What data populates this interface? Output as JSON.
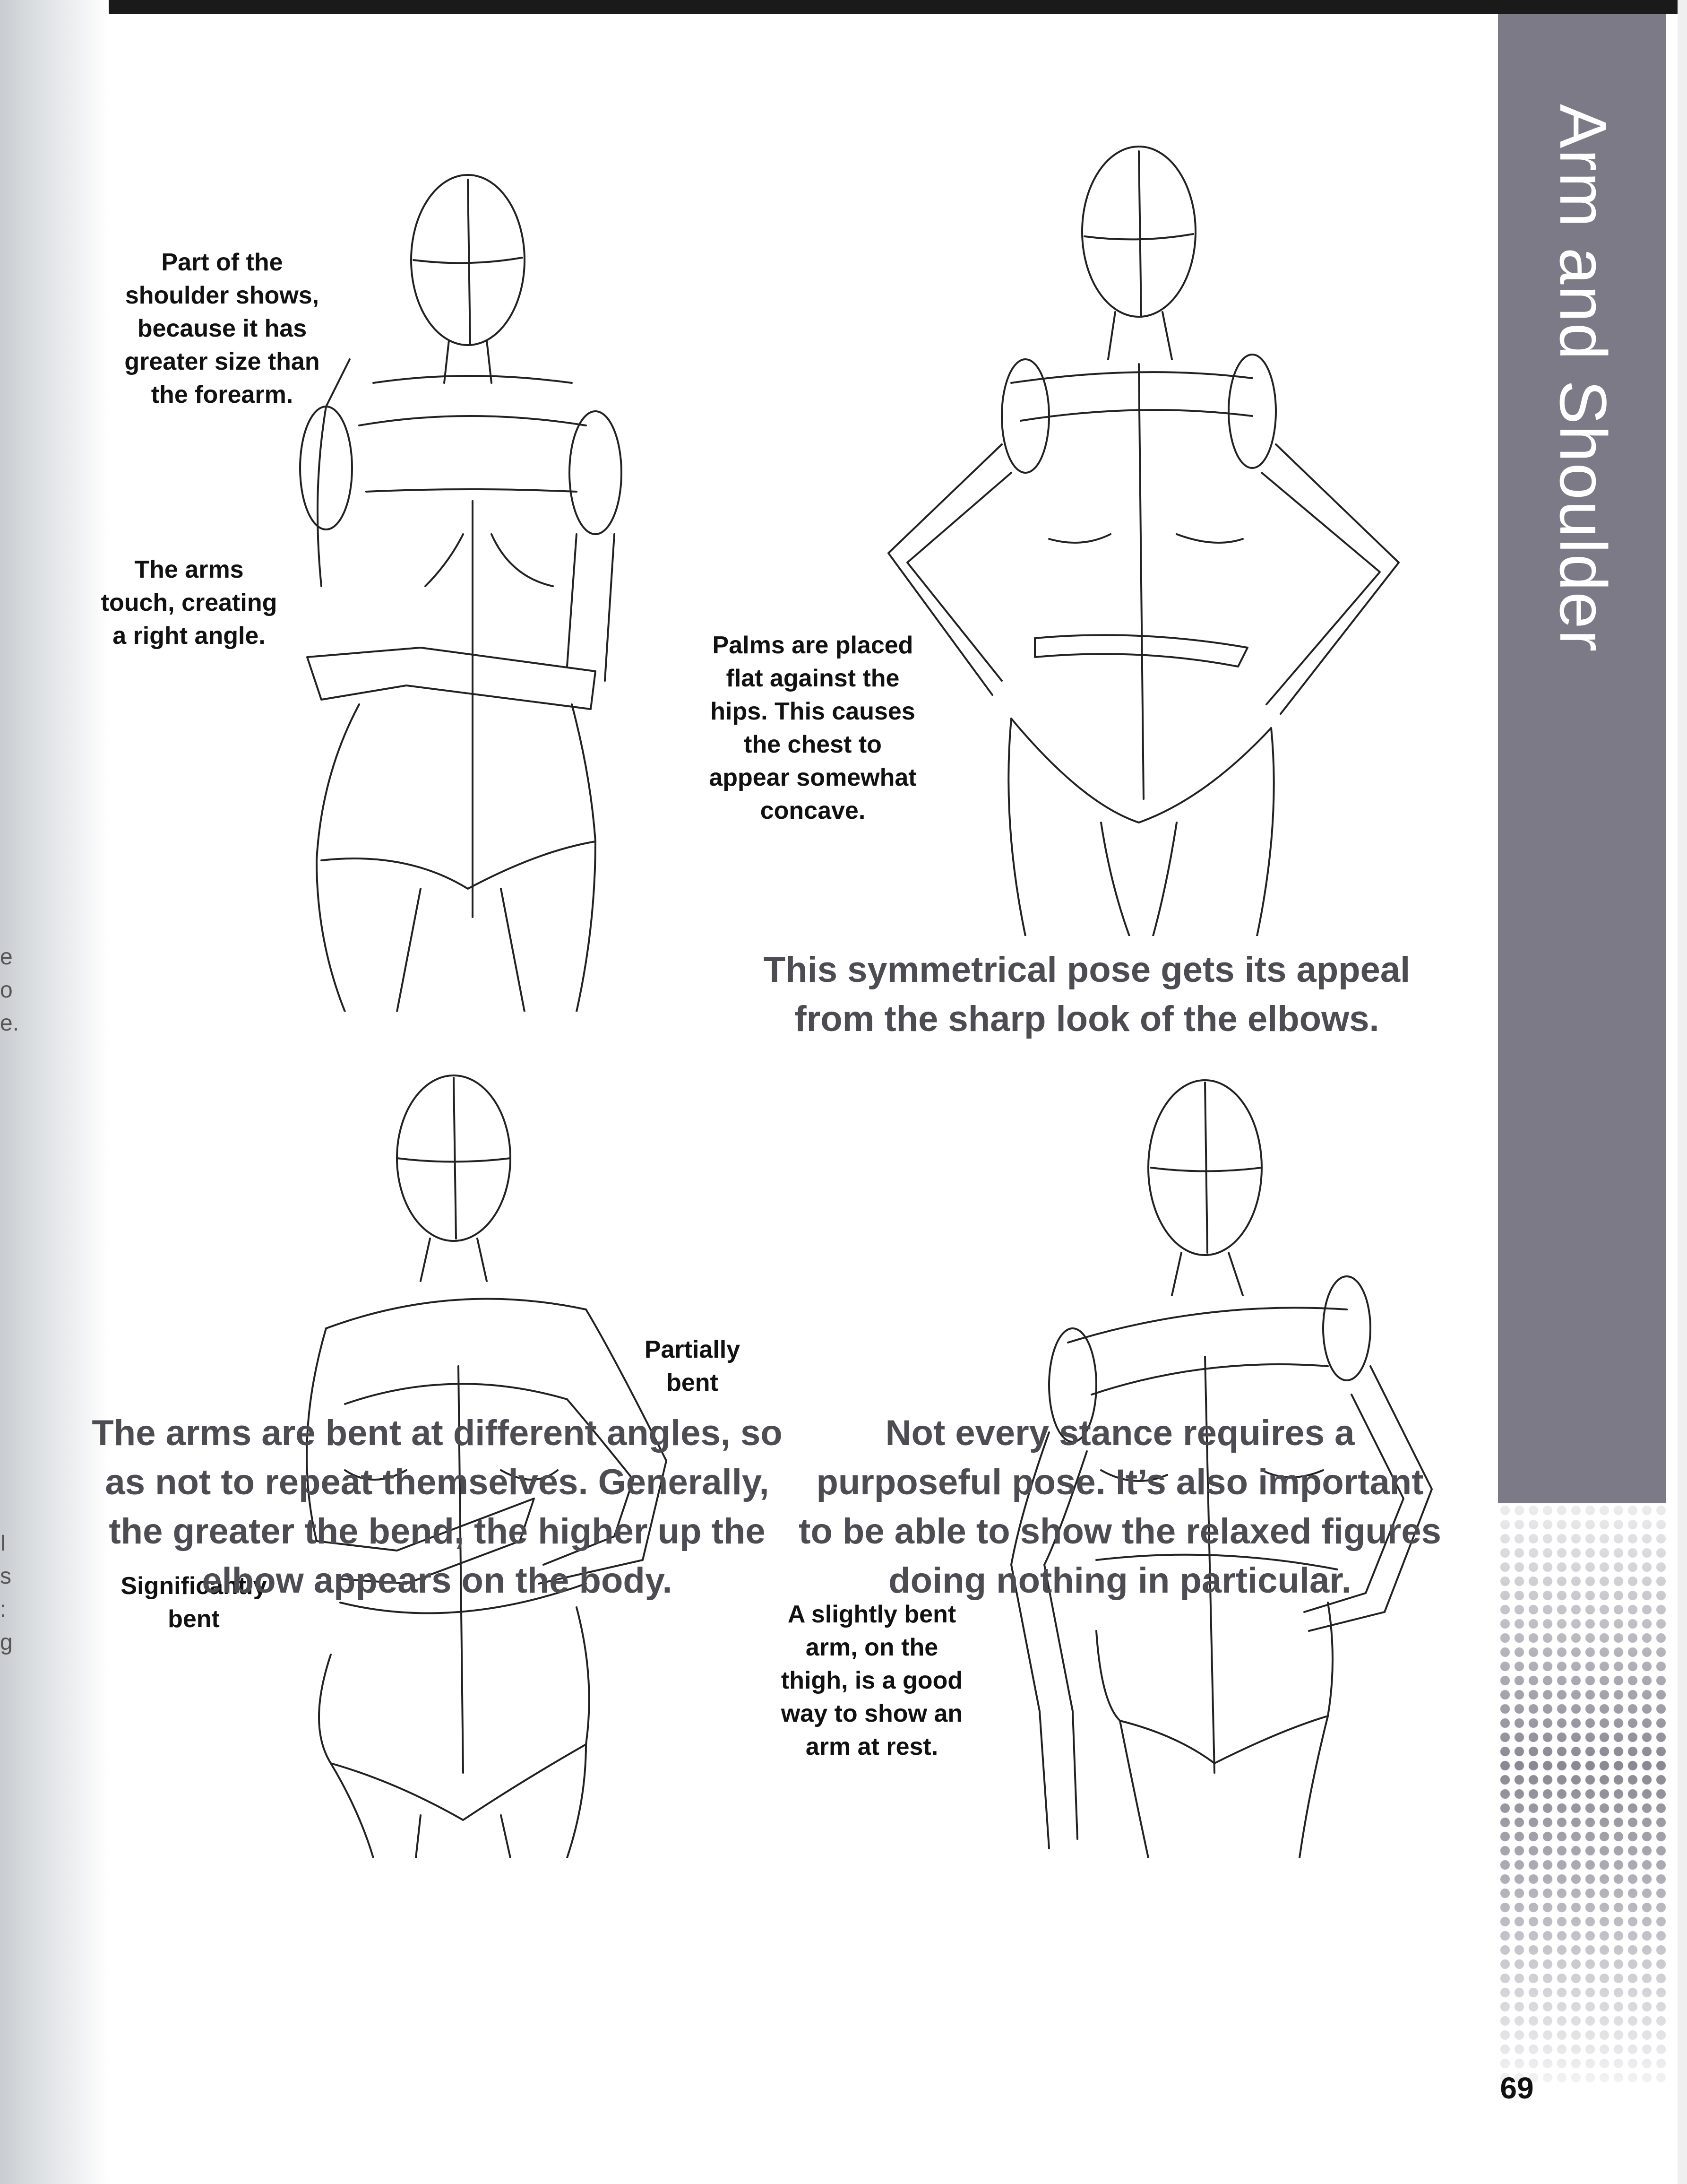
{
  "banner": {
    "title": "Arm and Shoulder Poses"
  },
  "page_number": "69",
  "notes": {
    "shoulder": "Part of the shoulder shows, because it has greater size than the forearm.",
    "arms_touch": "The arms touch, creating a right angle.",
    "palms": "Palms are placed flat against the hips. This causes the chest to appear somewhat concave.",
    "partially_bent": "Partially bent",
    "significantly_bent": "Significantly bent",
    "slightly_bent": "A slightly bent arm, on the thigh, is a good way to show an arm at rest."
  },
  "captions": {
    "symmetrical": "This symmetrical pose gets its appeal from the sharp look of the elbows.",
    "angles": "The arms are bent at different angles, so as not to repeat themselves. Generally, the greater the bend, the higher up the elbow appears on the body.",
    "stance": "Not every stance requires a purposeful pose. It’s also important to be able to show the relaxed figures doing nothing in particular."
  },
  "colors": {
    "banner": "#7c7a86",
    "caption_text": "#4c4c52",
    "line_art": "#222222"
  }
}
